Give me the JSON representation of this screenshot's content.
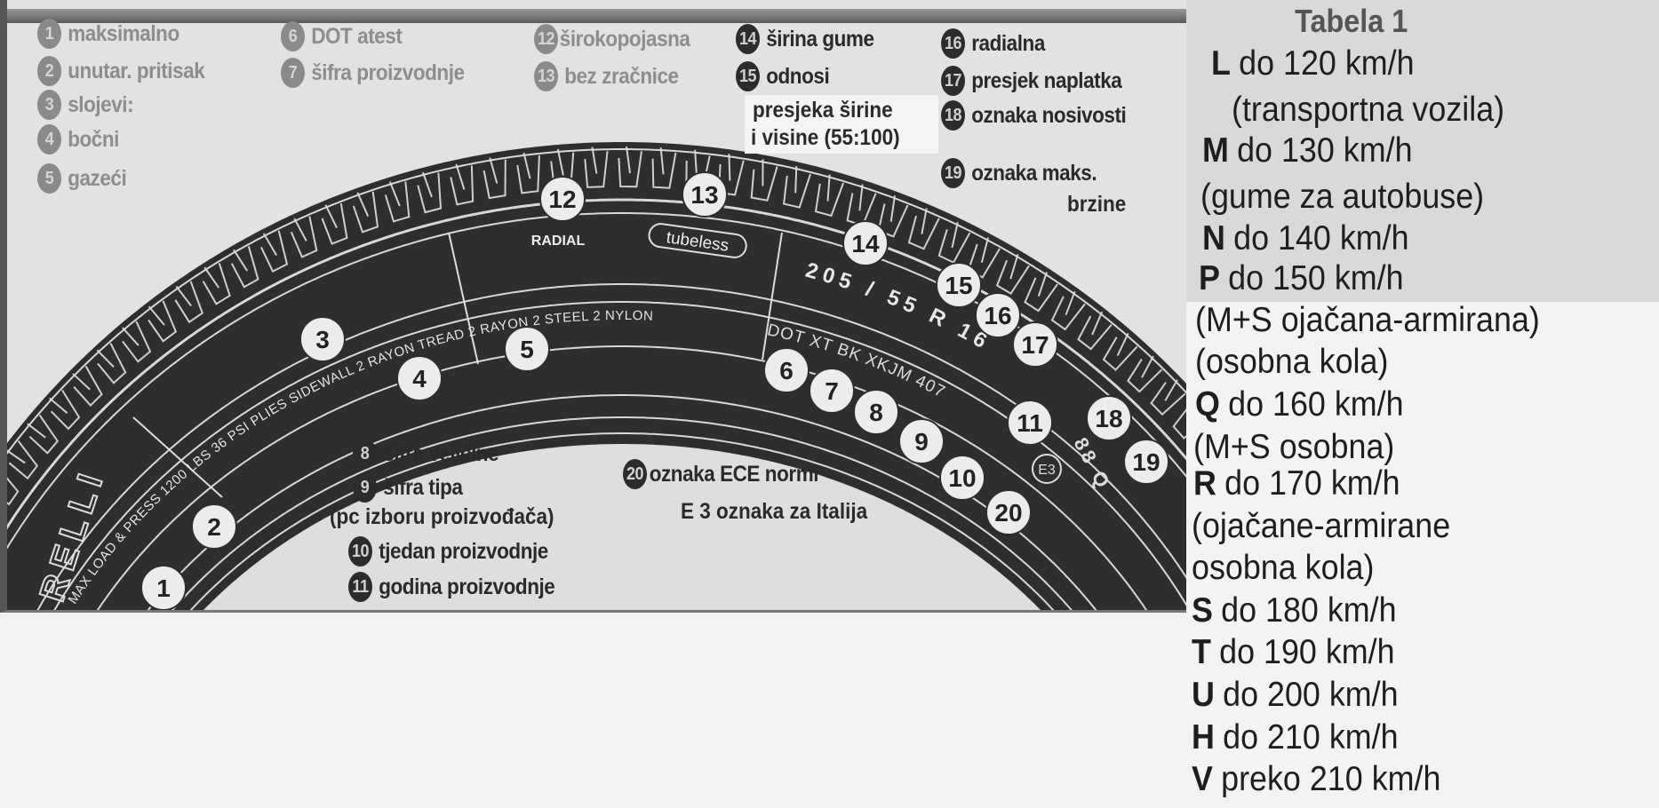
{
  "legend": {
    "left_group": [
      {
        "num": "1",
        "text": "maksimalno"
      },
      {
        "num": "2",
        "text": "unutar. pritisak"
      },
      {
        "num": "3",
        "text": "slojevi:"
      },
      {
        "num": "4",
        "text": "bočni"
      },
      {
        "num": "5",
        "text": "gazeći"
      },
      {
        "num": "6",
        "text": "DOT  atest"
      },
      {
        "num": "7",
        "text": "šifra  proizvodnje"
      },
      {
        "num": "12",
        "text": "širokopojasna"
      },
      {
        "num": "13",
        "text": "bez  zračnice"
      }
    ],
    "right_group": [
      {
        "num": "14",
        "text": "širina  gume"
      },
      {
        "num": "15",
        "text": "odnosi"
      },
      {
        "num": "16",
        "text": "radialna"
      },
      {
        "num": "17",
        "text": "presjek  naplatka"
      },
      {
        "num": "18",
        "text": "oznaka  nosivosti"
      },
      {
        "num": "19",
        "text": "oznaka  maks."
      }
    ],
    "item15_cont": [
      "presjeka  širine",
      "i  visine  (55:100)"
    ],
    "item19_cont": "brzine",
    "inner_group": [
      {
        "num": "8",
        "text": "šifra  veličine"
      },
      {
        "num": "9",
        "text": "šifra  tipa"
      },
      {
        "num": "10",
        "text": "tjedan  proizvodnje"
      },
      {
        "num": "11",
        "text": "godina  proizvodnje"
      },
      {
        "num": "20",
        "text": "oznaka  ECE  normi"
      }
    ],
    "item9_cont": "(pc  izboru  proizvođača)",
    "item20_cont": "E 3  oznaka  za  Italija"
  },
  "tire": {
    "radial": "RADIAL",
    "tubeless": "tubeless",
    "size": "205 / 55 R 16",
    "dot": "DOT XT BK XKJM 407",
    "load_speed": "88 Q",
    "ece": "E3",
    "sidewall": "MAX LOAD & PRESS 1200 LBS 36 PSI PLIES SIDEWALL 2 RAYON TREAD 2 RAYON 2 STEEL 2 NYLON",
    "brand": "RELLI",
    "badges": [
      "1",
      "2",
      "3",
      "4",
      "5",
      "6",
      "7",
      "8",
      "9",
      "10",
      "11",
      "12",
      "13",
      "14",
      "15",
      "16",
      "17",
      "18",
      "19",
      "20"
    ]
  },
  "table": {
    "title": "Tabela 1",
    "rows": [
      {
        "code": "L",
        "text": "do 120 km/h"
      },
      {
        "code": "",
        "text": "(transportna vozila)"
      },
      {
        "code": "M",
        "text": "do 130 km/h"
      },
      {
        "code": "",
        "text": "(gume za autobuse)"
      },
      {
        "code": "N",
        "text": "do 140 km/h"
      },
      {
        "code": "P",
        "text": "do 150 km/h"
      },
      {
        "code": "",
        "text": "(M+S ojačana-armirana)"
      },
      {
        "code": "",
        "text": "(osobna kola)"
      },
      {
        "code": "Q",
        "text": "do 160 km/h"
      },
      {
        "code": "",
        "text": "(M+S osobna)"
      },
      {
        "code": "R",
        "text": "do 170 km/h"
      },
      {
        "code": "",
        "text": "(ojačane-armirane"
      },
      {
        "code": "",
        "text": "osobna kola)"
      },
      {
        "code": "S",
        "text": "do 180 km/h"
      },
      {
        "code": "T",
        "text": "do 190 km/h"
      },
      {
        "code": "U",
        "text": "do 200 km/h"
      },
      {
        "code": "H",
        "text": "do 210 km/h"
      },
      {
        "code": "V",
        "text": "preko 210 km/h"
      }
    ]
  },
  "colors": {
    "tire": "#2e2e2e",
    "panel": "#e2e2e2",
    "badge_dark": "#2c2c2c",
    "badge_light": "#8a8a8a"
  }
}
